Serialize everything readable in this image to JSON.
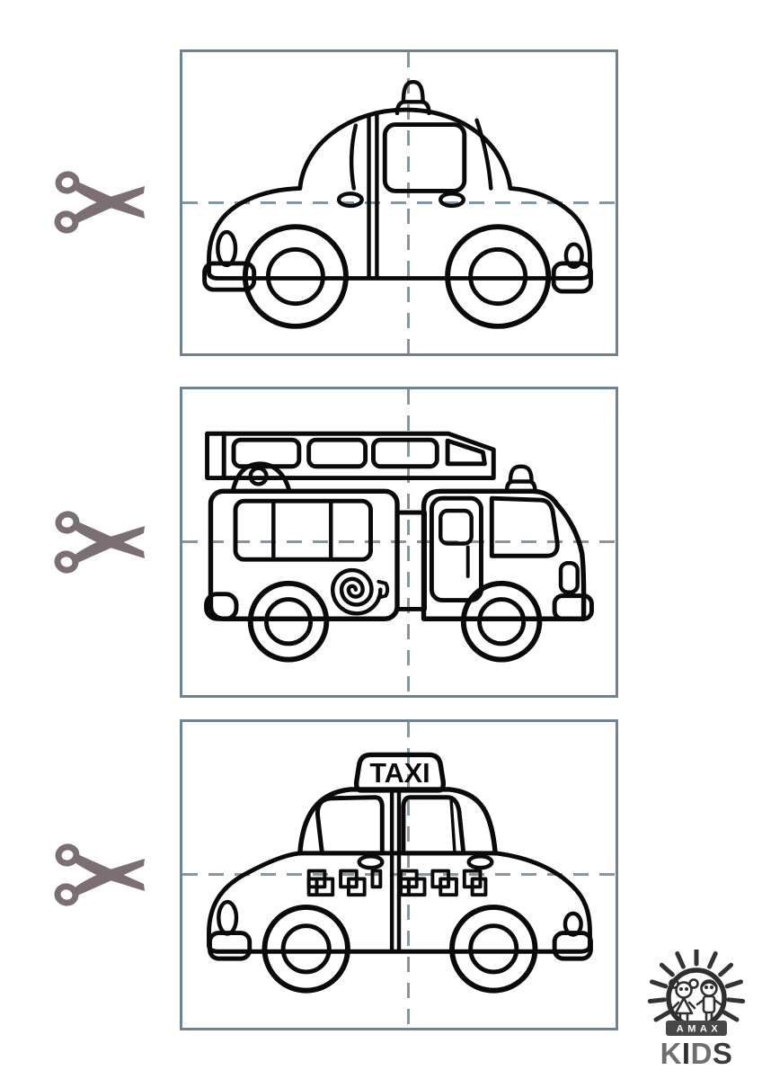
{
  "page": {
    "background_color": "#ffffff",
    "frame_border_color": "#6f8292",
    "cut_line_color": "#8397a5",
    "scissors_color": "#7b6f75",
    "drawing_color": "#0a0a0a"
  },
  "panels": [
    {
      "vehicle": "police-car"
    },
    {
      "vehicle": "fire-truck"
    },
    {
      "vehicle": "taxi"
    }
  ],
  "taxi_sign": {
    "label": "TAXI"
  },
  "logo": {
    "brand_top": "AMAX",
    "brand_bottom": "KIDS",
    "banner_color": "#474747",
    "banner_text_color": "#ffffff",
    "mark_color": "#343434",
    "kids_letters": [
      {
        "char": "K",
        "color": "#6f6f6f"
      },
      {
        "char": "I",
        "color": "#303030"
      },
      {
        "char": "D",
        "color": "#6f6f6f"
      },
      {
        "char": "S",
        "color": "#3c3c3c"
      }
    ]
  }
}
